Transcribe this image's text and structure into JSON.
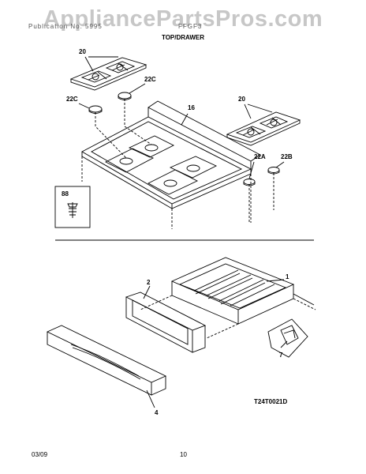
{
  "watermark": "AppliancePartsPros.com",
  "header": {
    "left_text": "Publication No. 5995",
    "right_text": "FFGF3",
    "section_title": "TOP/DRAWER"
  },
  "diagram_id": "T24T0021D",
  "footer": {
    "date": "03/09",
    "page": "10"
  },
  "callouts": {
    "grate_left": "20",
    "grate_right": "20",
    "cap_22c_right": "22C",
    "cap_22c_left": "22C",
    "cooktop": "16",
    "cap_22a": "22A",
    "cap_22b": "22B",
    "valve_88": "88",
    "drawer_body": "1",
    "drawer_liner": "2",
    "drawer_front": "4",
    "drawer_glide": "7"
  }
}
